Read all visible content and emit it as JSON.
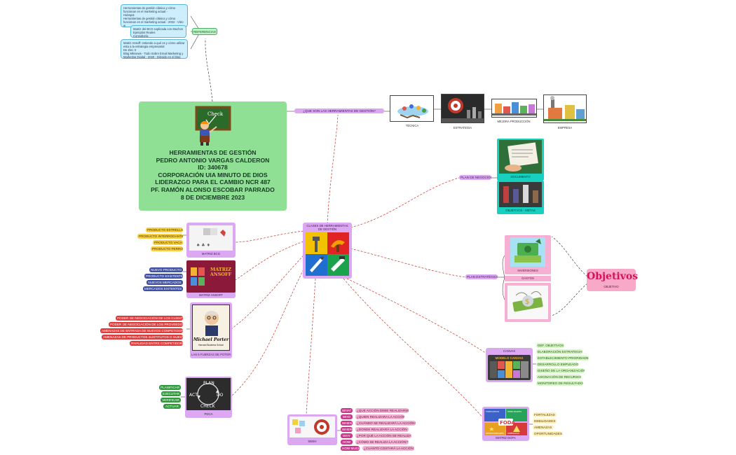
{
  "references": {
    "label": "REFERENCIAS",
    "box1": "Herramientas de gestión clásica y cómo\nfuncionan en el marketing actual -\nHubspot\nHerramientas de gestión clásica y cómo\nfuncionan en el marketing actual - 2022 - Vitro w",
    "box2": "Matriz del BCG explicada con Muchos\nEjemplos Reales\nConsultoría",
    "box3": "Matriz Ansoff: entiende a qué es y cómo utilizar\nesta a la estrategia empresarial\nDe Zinc Ir\nBlog Mkniews - Todo Sobre Email Marketing y\nMarketing Digital - 2020 - Dirigido en el blog"
  },
  "main": {
    "board_text": "Check",
    "lines": [
      "HERRAMIENTAS DE GESTIÓN",
      "PEDRO ANTONIO VARGAS CALDERON",
      "ID: 340678",
      "CORPORACIÓN UIA MINUTO DE DIOS",
      "LIDERAZGO PARA EL CAMBIO NCR 487",
      "PF. RAMÓN ALONSO ESCOBAR PARRADO",
      "8 DE DICIEMBRE 2023"
    ]
  },
  "question": {
    "label": "¿QUE SON LAS HERRAMIENTAS DE GESTIÓN?",
    "items": [
      "TÉCNICA",
      "ESTRATEGIA",
      "MEJORA PRODUCCIÓN",
      "EMPRESA"
    ]
  },
  "clases": {
    "label": "CLASES DE HERRAMIENTAS DE GESTIÓN"
  },
  "plan_negocios": {
    "label": "PLAN DE NEGOCIOS",
    "items": [
      "DOCUMENTO",
      "OBJETIVOS - METAS"
    ]
  },
  "plan_estrategico": {
    "label": "PLAN ESTRATÉGICO",
    "items": [
      "INVERSIONES",
      "GASTOS"
    ]
  },
  "objetivos": {
    "title": "Objetivos",
    "caption": "OBJETIVO"
  },
  "bcg": {
    "caption": "MATRIZ BCG",
    "items": [
      "PRODUCTO ESTRELLA",
      "PRODUCTO INTERROGANTE",
      "PRODUCTO VACA",
      "PRODUCTO PERRO"
    ]
  },
  "ansoff": {
    "caption": "MATRIZ ANSOFF",
    "image_title": "MATRIZ ANSOFF",
    "items": [
      "NUEVO PRODUCTO",
      "PRODUCTO EXISTENTE",
      "NUEVOS MERCADOS",
      "MERCADOS EXITENTES"
    ]
  },
  "porter": {
    "caption": "LAS 5 FUERZAS DE POTER",
    "image_name": "Michael Porter",
    "image_sub": "Harvard Business School",
    "items": [
      "PODER  DE NEGOCIACIÓN DE LOS CLIENTES",
      "PODER DE NEGOCIACIÓN DE LOS PROVEEDORES",
      "AMENAZAS DE ENTRADA DE NUEVOS COMPETIDORES",
      "AMENAZAS DE PRODUCTOS SUSTITUTOS O NUEVOS",
      "RIVALIDAD ENTRE COMPETIDORES"
    ]
  },
  "pdca": {
    "caption": "PDCA",
    "wheel": [
      "PLAN",
      "DO",
      "CHECK",
      "ACT"
    ],
    "items": [
      "PLANIFICAR",
      "EJECUTAR",
      "VERIFICAR",
      "ACTUAR"
    ]
  },
  "w5h2": {
    "caption": "5W2H",
    "keys": [
      "WHAT",
      "WHO",
      "WHEN",
      "WHERE",
      "WHY",
      "HOW",
      "HOW MUCH"
    ],
    "questions": [
      "¿QUE ACCIÓN DEBE REALIZARSE?",
      "¿QUIEN REALIZARA LA ACCIÓN?",
      "¿CUÁNDO SE REALIZARÁ LA ACCIÓN?",
      "¿DONDE REALIZARÁ LA ACCIÓN",
      "¿POR QUÉ LA ACCIÓN SE REALIZA ?",
      "¿CÓMO SE REALIZA LA ACCIÓN?",
      "¿CUANTO COSTARÁ LA ACCIÓN"
    ]
  },
  "canvas": {
    "caption": "CANVAS",
    "image_title": "MODELO CANVAS",
    "items": [
      "DEF. OBJETIVOS",
      "ELABORACIÓN ESTRATEGIAS",
      "ESTABLECIMIENTO PRIORIDADES",
      "DESARROLLO EMPLEADOS",
      "DISEÑO DE LA ORGANIZACIÓN",
      "ASIGNACIÓN DE RECURSOS",
      "MONITOREO DE RESULTADOS"
    ]
  },
  "dofa": {
    "caption": "MATRIZ DOFA",
    "image_title": "FODA",
    "quadrants": [
      "FORTALEZAS",
      "DEBILIDADES",
      "OPORTUNIDADES",
      "AMENAZAS"
    ],
    "items": [
      "FORTALEZAS",
      "DEBILIDADES",
      "AMENAZAS",
      "OPORTUNIDADES"
    ]
  },
  "colors": {
    "main": "#8fdf95",
    "node": "#dda8f2",
    "link": "#c0392b",
    "objetivos": "#f7a9c7"
  }
}
